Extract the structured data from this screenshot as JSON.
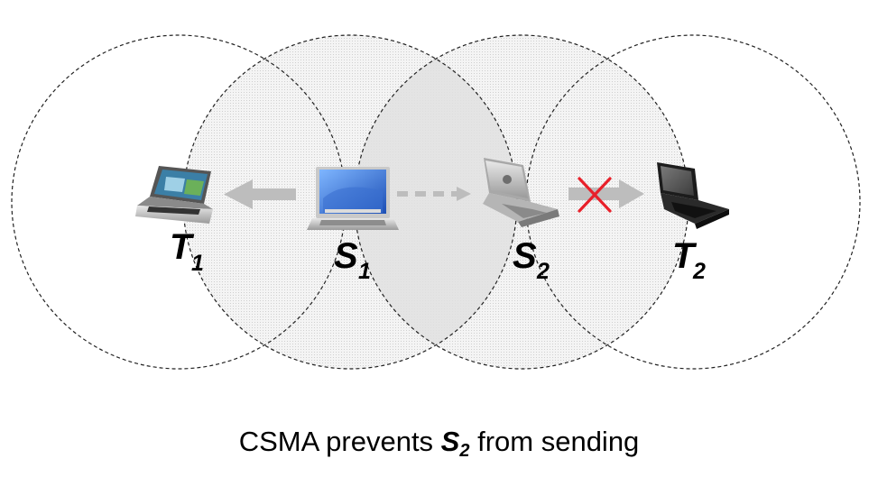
{
  "nodes": {
    "t1": {
      "letter": "T",
      "subscript": "1"
    },
    "s1": {
      "letter": "S",
      "subscript": "1"
    },
    "s2": {
      "letter": "S",
      "subscript": "2"
    },
    "t2": {
      "letter": "T",
      "subscript": "2"
    }
  },
  "caption": {
    "before": "CSMA prevents ",
    "emph_letter": "S",
    "emph_subscript": "2",
    "after": " from sending"
  },
  "colors": {
    "range_fill": "#e6e6e6",
    "arrow": "#bdbdbd",
    "blocked_mark": "#e8202a"
  }
}
